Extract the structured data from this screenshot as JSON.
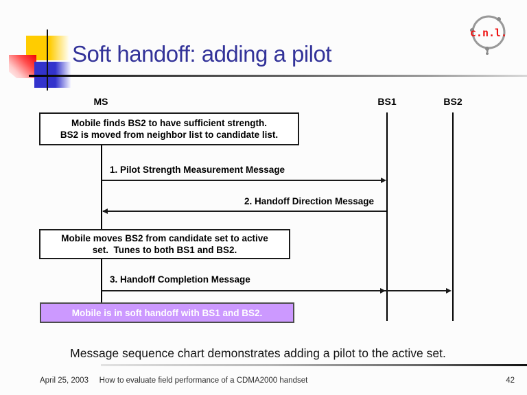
{
  "slide": {
    "title": "Soft handoff: adding a pilot",
    "caption": "Message sequence chart demonstrates adding a pilot to the active set.",
    "footer": {
      "date": "April 25, 2003",
      "subject": "How to evaluate field performance of a CDMA2000 handset",
      "page": "42"
    },
    "logo_text": "c.n.l."
  },
  "diagram": {
    "type": "message-sequence-chart",
    "actors": [
      {
        "id": "ms",
        "label": "MS"
      },
      {
        "id": "bs1",
        "label": "BS1"
      },
      {
        "id": "bs2",
        "label": "BS2"
      }
    ],
    "note1": {
      "line1": "Mobile finds BS2 to have sufficient strength.",
      "line2": "BS2 is moved from neighbor list to candidate list."
    },
    "note2": {
      "line1": "Mobile moves BS2 from candidate set to active",
      "line2": "set.  Tunes to both BS1 and BS2."
    },
    "messages": [
      {
        "label": "1. Pilot Strength Measurement Message",
        "from": "MS",
        "to": "BS1",
        "direction": "right"
      },
      {
        "label": "2. Handoff Direction Message",
        "from": "BS1",
        "to": "MS",
        "direction": "left"
      },
      {
        "label": "3. Handoff Completion Message",
        "from": "MS",
        "to": "BS1 and BS2",
        "direction": "right"
      }
    ],
    "status": {
      "text": "Mobile is in soft handoff with BS1 and BS2."
    }
  },
  "colors": {
    "title_blue": "#333399",
    "accent_yellow": "#ffcc00",
    "accent_blue": "#3333cc",
    "accent_red": "#f20000",
    "status_fill": "#cc99ff",
    "status_text": "#ffffff",
    "logo_red": "#ee1111"
  }
}
